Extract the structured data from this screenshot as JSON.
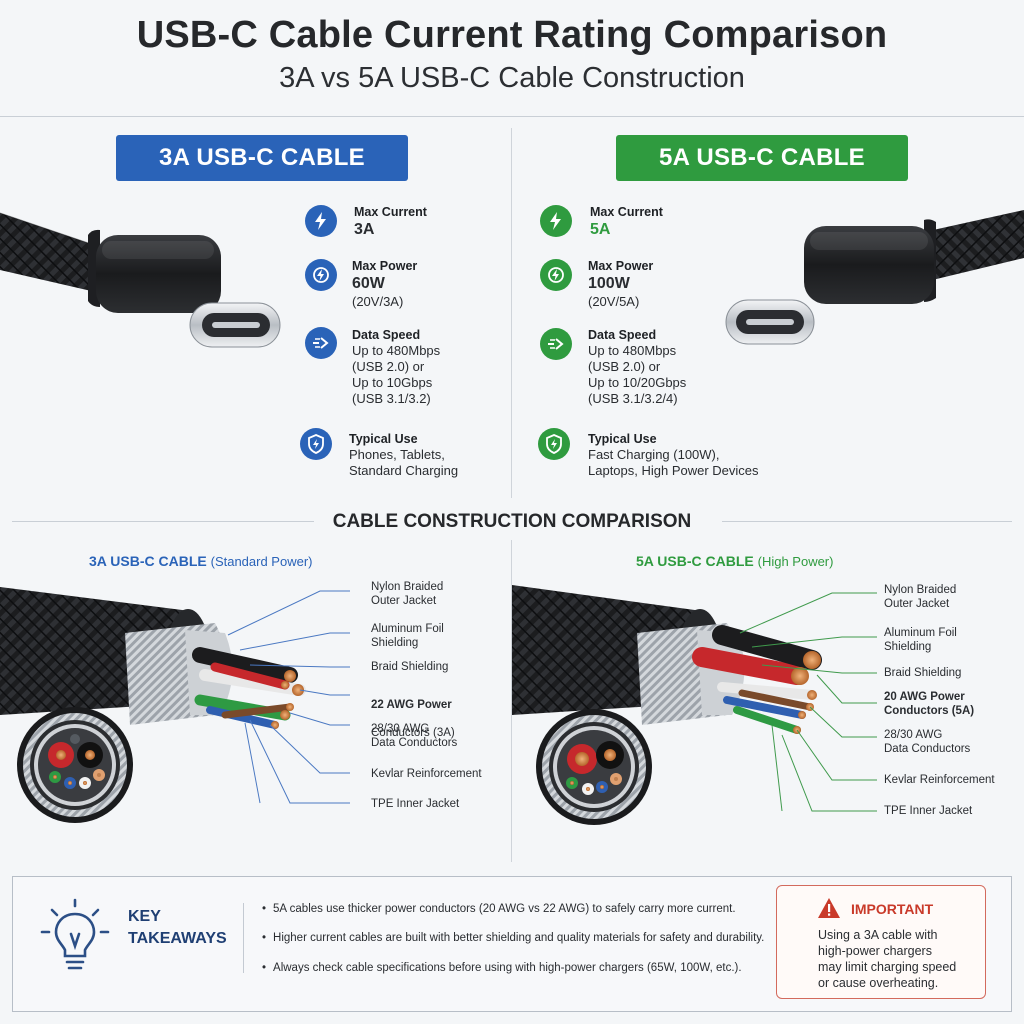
{
  "header": {
    "title": "USB-C Cable Current Rating Comparison",
    "subtitle": "3A vs 5A USB-C Cable Construction"
  },
  "cable3a": {
    "badge": "3A USB-C CABLE",
    "specs": {
      "current_label": "Max Current",
      "current_value": "3A",
      "power_label": "Max Power",
      "power_value": "60W",
      "power_detail": "(20V/3A)",
      "data_label": "Data Speed",
      "data_value": "Up to 480Mbps\n(USB 2.0) or\nUp to 10Gbps\n(USB 3.1/3.2)",
      "use_label": "Typical Use",
      "use_value": "Phones, Tablets,\nStandard Charging"
    }
  },
  "cable5a": {
    "badge": "5A USB-C CABLE",
    "specs": {
      "current_label": "Max Current",
      "current_value": "5A",
      "power_label": "Max Power",
      "power_value": "100W",
      "power_detail": "(20V/5A)",
      "data_label": "Data Speed",
      "data_value": "Up to 480Mbps\n(USB 2.0) or\nUp to 10/20Gbps\n(USB 3.1/3.2/4)",
      "use_label": "Typical Use",
      "use_value": "Fast Charging (100W),\nLaptops, High Power Devices"
    }
  },
  "construction": {
    "heading": "CABLE CONSTRUCTION COMPARISON",
    "left": {
      "title": "3A USB-C CABLE",
      "paren": "(Standard Power)",
      "callouts": {
        "jacket": "Nylon Braided\nOuter Jacket",
        "foil": "Aluminum Foil\nShielding",
        "braid": "Braid Shielding",
        "power": "22 AWG Power",
        "power2": "Conductors (3A)",
        "data": "28/30 AWG\nData Conductors",
        "kevlar": "Kevlar Reinforcement",
        "tpe": "TPE Inner Jacket"
      }
    },
    "right": {
      "title": "5A USB-C CABLE",
      "paren": "(High Power)",
      "callouts": {
        "jacket": "Nylon Braided\nOuter Jacket",
        "foil": "Aluminum Foil\nShielding",
        "braid": "Braid Shielding",
        "power": "20 AWG Power\nConductors (5A)",
        "data": "28/30 AWG\nData Conductors",
        "kevlar": "Kevlar Reinforcement",
        "tpe": "TPE Inner Jacket"
      }
    }
  },
  "takeaways": {
    "title_line1": "KEY",
    "title_line2": "TAKEAWAYS",
    "items": [
      "5A cables use thicker power conductors (20 AWG vs 22 AWG) to safely carry more current.",
      "Higher current cables are built with better shielding and quality materials for safety and durability.",
      "Always check cable specifications before using with high-power chargers (65W, 100W, etc.)."
    ],
    "important_title": "IMPORTANT",
    "important_text": "Using a 3A cable with\nhigh-power chargers\nmay limit charging speed\nor cause overheating."
  },
  "colors": {
    "blue": "#2a63b8",
    "green": "#2f9b3f",
    "red": "#c93a2a"
  }
}
